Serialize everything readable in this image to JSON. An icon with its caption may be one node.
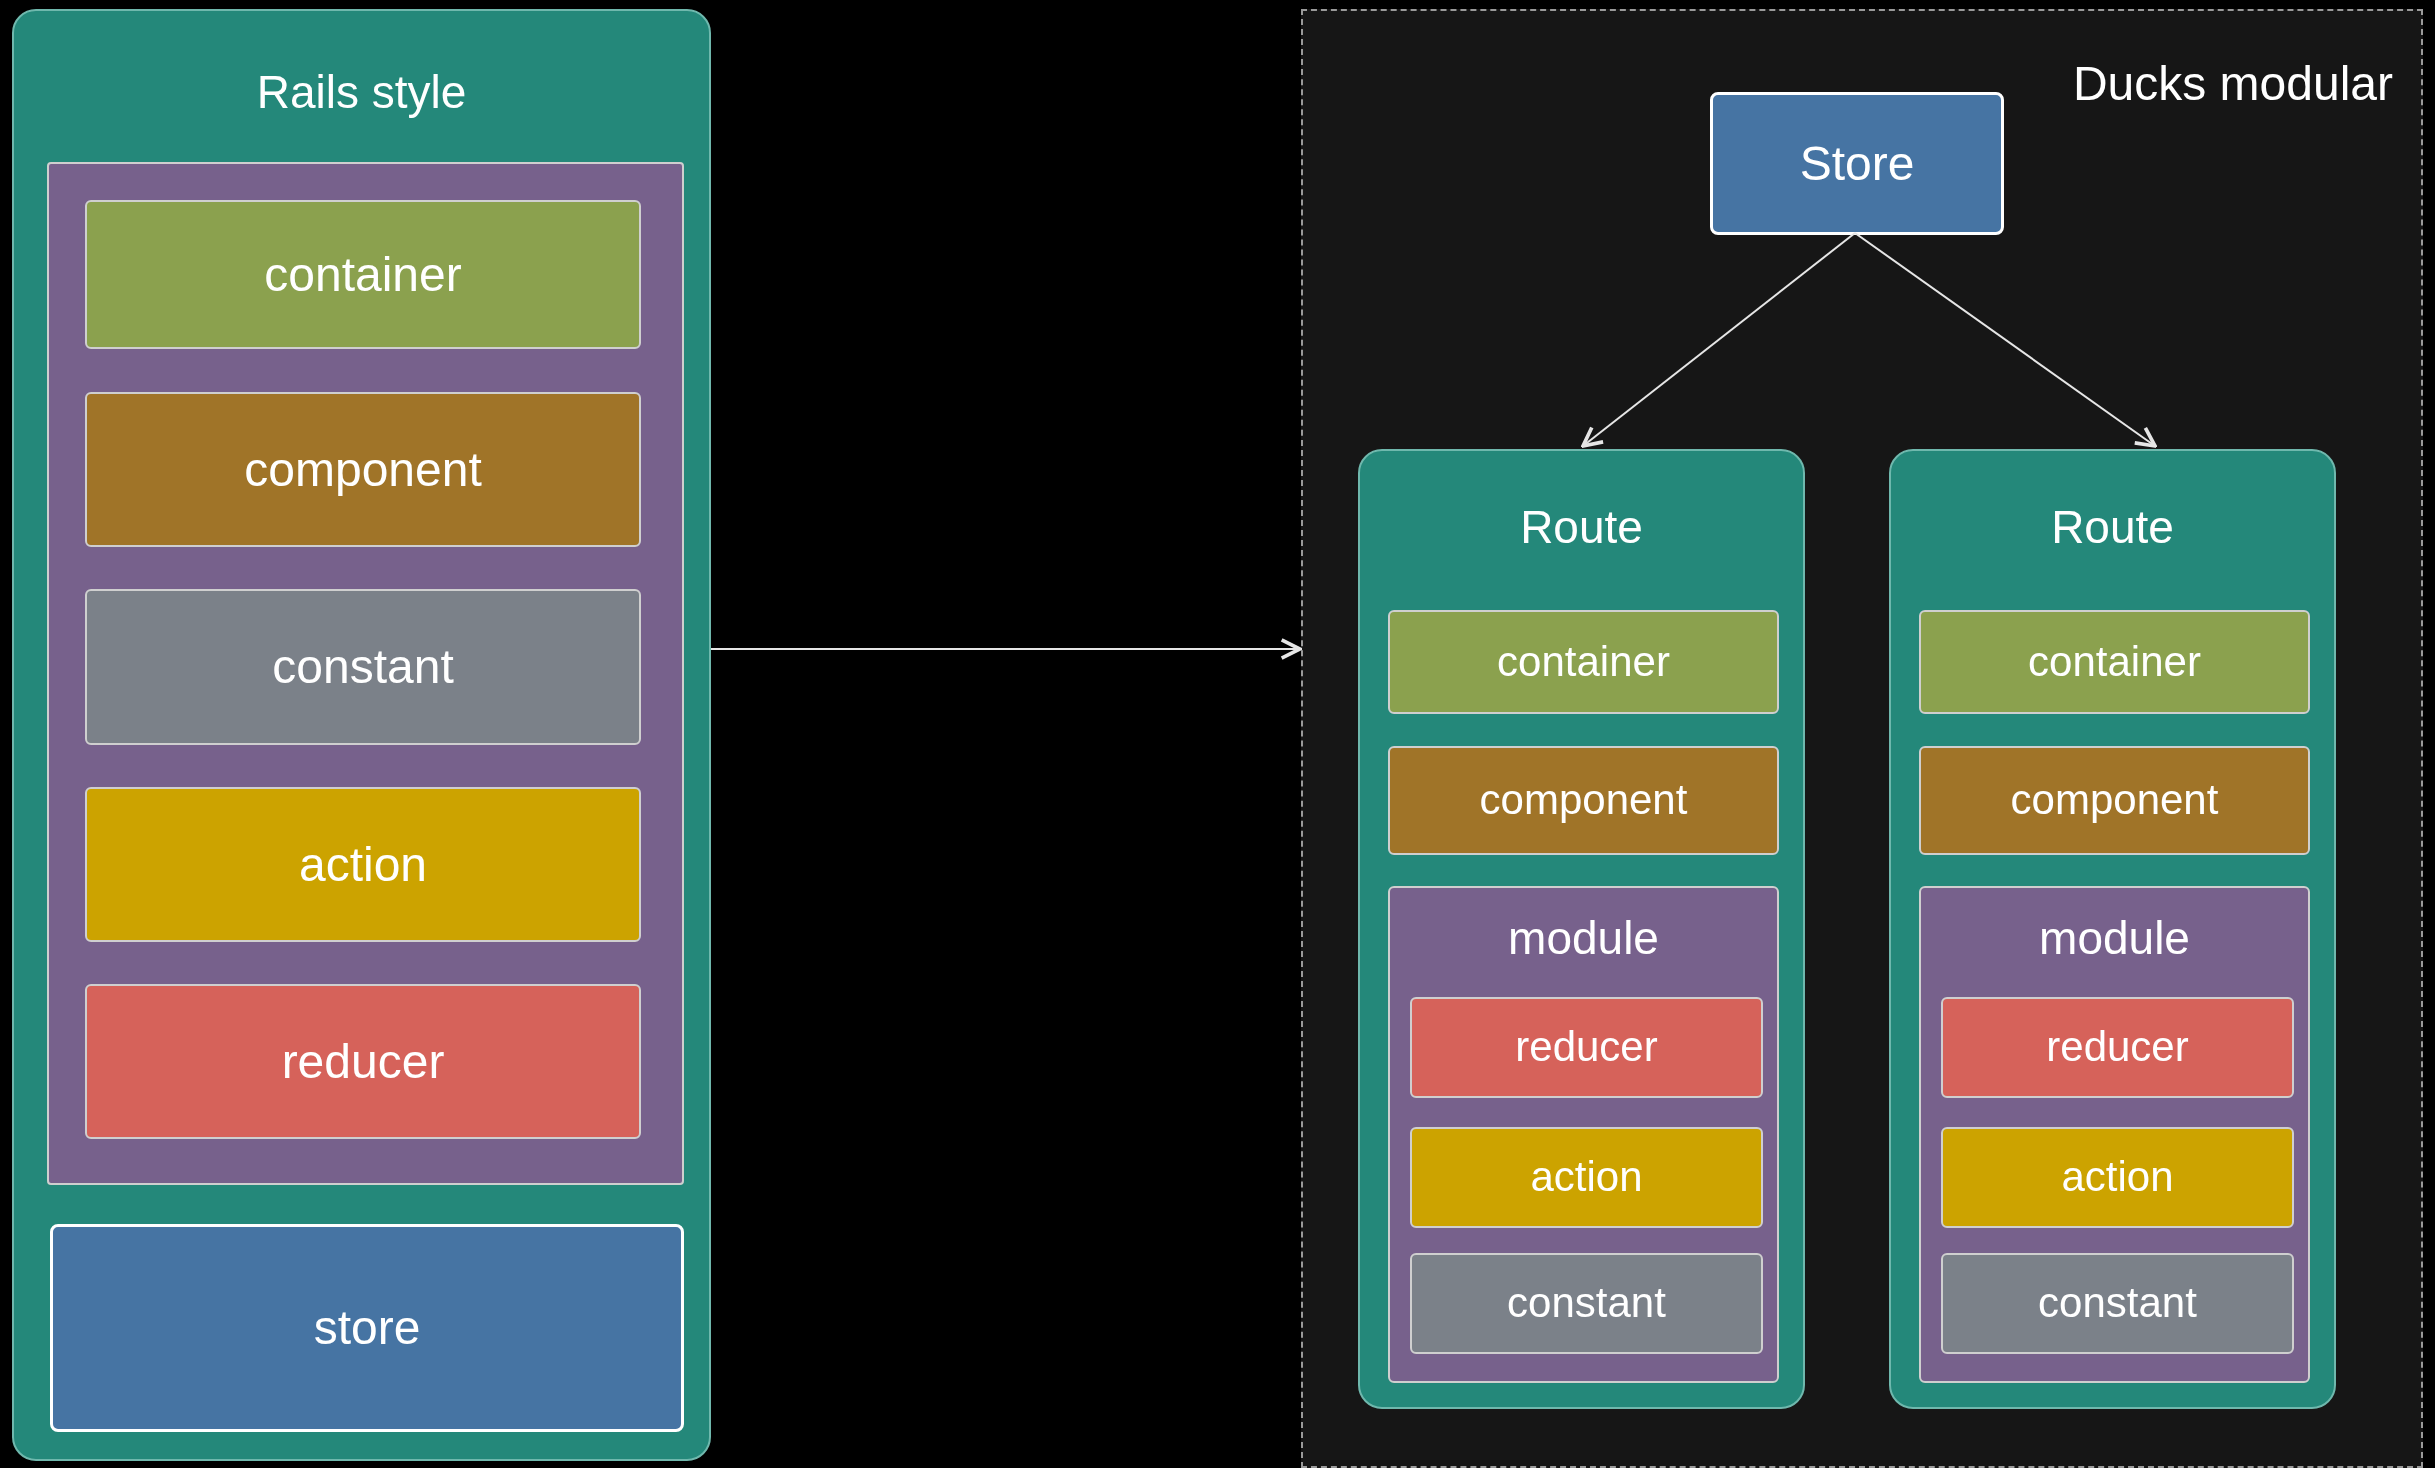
{
  "diagram": {
    "nodes": [
      {
        "text": [
          "Rails style"
        ]
      },
      {
        "text": [],
        "shape": "box",
        "in": 0
      },
      {
        "text": [
          "container"
        ],
        "in": 1
      },
      {
        "text": [
          "component"
        ],
        "in": 1
      },
      {
        "text": [
          "constant"
        ],
        "in": 1
      },
      {
        "text": [
          "action"
        ],
        "in": 1
      },
      {
        "text": [
          "reducer"
        ],
        "in": 1
      },
      {
        "text": [
          "store"
        ],
        "in": 0
      },
      {
        "text": [
          "Ducks modular"
        ]
      },
      {
        "text": [
          "Store"
        ],
        "in": 8
      },
      {
        "text": [
          "Route"
        ],
        "in": 8
      },
      {
        "text": [
          "container"
        ],
        "in": 10
      },
      {
        "text": [
          "component"
        ],
        "in": 10
      },
      {
        "text": [
          "module"
        ],
        "in": 10
      },
      {
        "text": [
          "reducer"
        ],
        "in": 13
      },
      {
        "text": [
          "action"
        ],
        "in": 13
      },
      {
        "text": [
          "constant"
        ],
        "in": 13
      },
      {
        "text": [
          "Route"
        ],
        "in": 8
      },
      {
        "text": [
          "container"
        ],
        "in": 17
      },
      {
        "text": [
          "component"
        ],
        "in": 17
      },
      {
        "text": [
          "module"
        ],
        "in": 17
      },
      {
        "text": [
          "reducer"
        ],
        "in": 20
      },
      {
        "text": [
          "action"
        ],
        "in": 20
      },
      {
        "text": [
          "constant"
        ],
        "in": 20
      }
    ],
    "edges": [
      {
        "from": 0,
        "to": 8,
        "arrow": "to"
      },
      {
        "from": 9,
        "to": 10,
        "arrow": "to"
      },
      {
        "from": 9,
        "to": 17,
        "arrow": "to"
      }
    ]
  }
}
